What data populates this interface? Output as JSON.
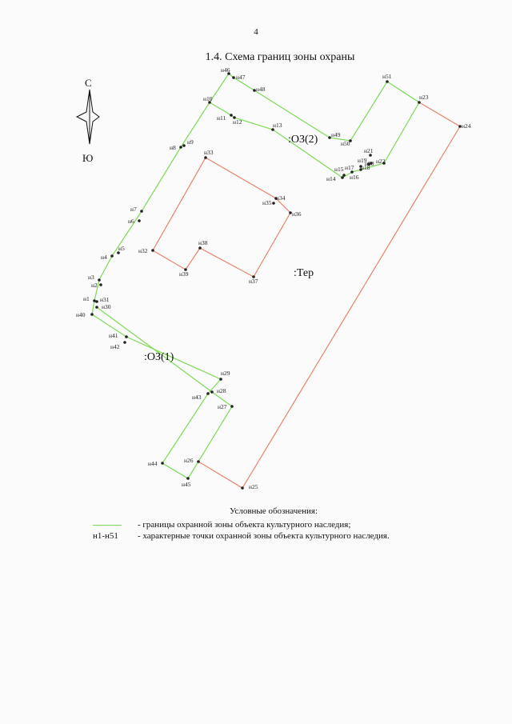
{
  "page_number": "4",
  "title": "1.4. Схема границ зоны охраны",
  "compass": {
    "north": "С",
    "south": "Ю",
    "icon": "compass-arrow-icon"
  },
  "zone_labels": {
    "oz2": ":ОЗ(2)",
    "ter": ":Тер",
    "oz1": ":ОЗ(1)"
  },
  "colors": {
    "protection_boundary": "#7ed957",
    "territory_boundary": "#e8836a",
    "point": "#222222"
  },
  "points": [
    "н1",
    "н2",
    "н3",
    "н4",
    "н5",
    "н6",
    "н7",
    "н8",
    "н9",
    "н10",
    "н11",
    "н12",
    "н13",
    "н14",
    "н15",
    "н16",
    "н17",
    "н18",
    "н19",
    "н20",
    "н21",
    "н22",
    "н23",
    "н24",
    "н25",
    "н26",
    "н27",
    "н28",
    "н29",
    "н30",
    "н31",
    "н32",
    "н33",
    "н34",
    "н35",
    "н36",
    "н37",
    "н38",
    "н39",
    "н40",
    "н41",
    "н42",
    "н43",
    "н44",
    "н45",
    "н46",
    "н47",
    "н48",
    "н49",
    "н50",
    "н51"
  ],
  "legend": {
    "title": "Условные обозначения:",
    "items": [
      {
        "symbol": "",
        "text": "- границы охранной зоны объекта культурного наследия;"
      },
      {
        "symbol": "н1-н51",
        "text": "- характерные точки охранной зоны объекта культурного наследия."
      }
    ]
  }
}
